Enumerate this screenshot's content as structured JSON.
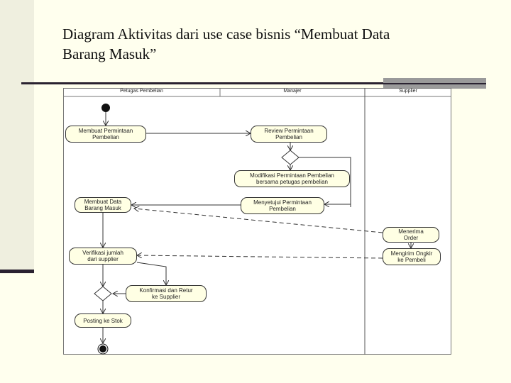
{
  "slide": {
    "title_line1": "Diagram Aktivitas dari use case bisnis “Membuat Data",
    "title_line2": "Barang Masuk”"
  },
  "diagram": {
    "lanes": [
      "Petugas Pembelian",
      "Manajer",
      "Supplier"
    ],
    "activities": {
      "membuat_permintaan": "Membuat Permintaan\nPembelian",
      "review_permintaan": "Review Permintaan\nPembelian",
      "modifikasi": "Modifikasi Permintaan Pembelian\nbersama petugas pembelian",
      "menyetujui": "Menyetujui Permintaan\nPembelian",
      "membuat_data": "Membuat Data\nBarang Masuk",
      "menerima_order": "Menerima\nOrder",
      "mengirim_ongkir": "Mengirim Ongkir\nke Pembeli",
      "verifikasi": "Verifikasi jumlah\ndari supplier",
      "konfirmasi_retur": "Konfirmasi dan Retur\nke Supplier",
      "posting_stok": "Posting ke Stok"
    }
  }
}
